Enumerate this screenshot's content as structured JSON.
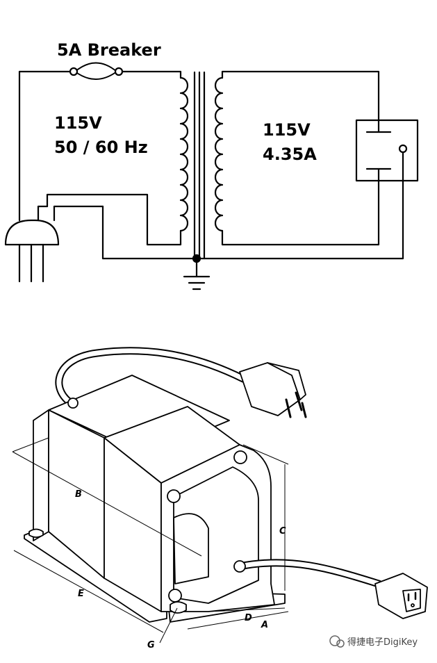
{
  "schematic": {
    "breaker_label": "5A Breaker",
    "primary_voltage": "115V",
    "primary_frequency": "50 / 60 Hz",
    "secondary_voltage": "115V",
    "secondary_current": "4.35A"
  },
  "drawing": {
    "dim_a": "A",
    "dim_b": "B",
    "dim_c": "C",
    "dim_d": "D",
    "dim_e": "E",
    "dim_g": "G"
  },
  "watermark": {
    "text": "得捷电子DigiKey"
  }
}
